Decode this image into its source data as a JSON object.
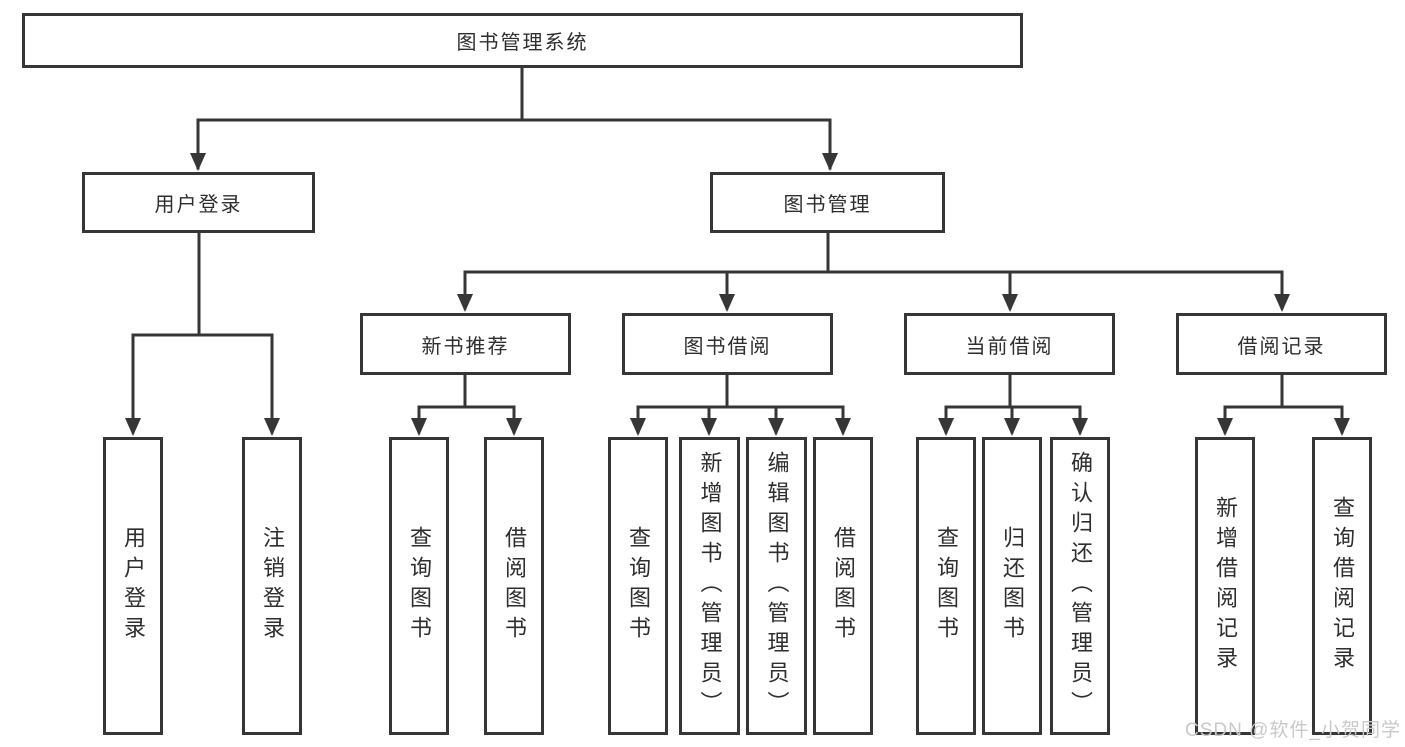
{
  "diagram": {
    "root": {
      "label": "图书管理系统"
    },
    "level2": [
      {
        "id": "user-login",
        "label": "用户登录"
      },
      {
        "id": "book-management",
        "label": "图书管理"
      }
    ],
    "level3": [
      {
        "id": "new-book-recommend",
        "label": "新书推荐"
      },
      {
        "id": "book-borrow",
        "label": "图书借阅"
      },
      {
        "id": "current-borrow",
        "label": "当前借阅"
      },
      {
        "id": "borrow-records",
        "label": "借阅记录"
      }
    ],
    "leaves": {
      "user_login": [
        "用户登录",
        "注销登录"
      ],
      "new_book": [
        "查询图书",
        "借阅图书"
      ],
      "book_borrow": [
        "查询图书",
        "新增图书（管理员）",
        "编辑图书（管理员）",
        "借阅图书"
      ],
      "current_borrow": [
        "查询图书",
        "归还图书",
        "确认归还（管理员）"
      ],
      "borrow_records": [
        "新增借阅记录",
        "查询借阅记录"
      ]
    }
  },
  "watermark": {
    "text": "CSDN @软件_小贺同学"
  },
  "colors": {
    "line": "#363636",
    "box_border": "#363636",
    "text": "#2e2e2e",
    "background": "#ffffff",
    "watermark_text": "#c9c9c9"
  }
}
